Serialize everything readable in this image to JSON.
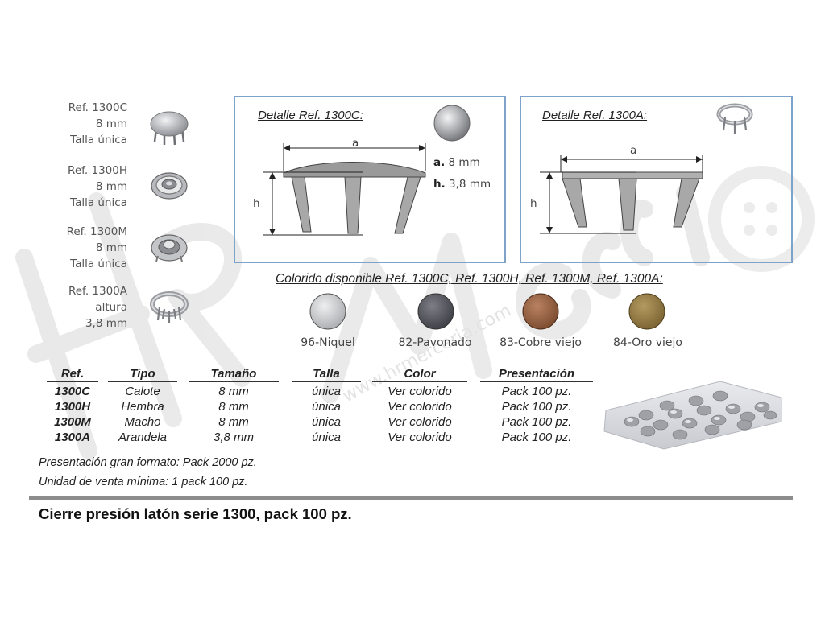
{
  "products": [
    {
      "lines": [
        "Ref. 1300C",
        "8 mm",
        "Talla única"
      ],
      "icon": "cap-button-icon"
    },
    {
      "lines": [
        "Ref. 1300H",
        "8 mm",
        "Talla única"
      ],
      "icon": "female-socket-icon"
    },
    {
      "lines": [
        "Ref. 1300M",
        "8 mm",
        "Talla única"
      ],
      "icon": "male-stud-icon"
    },
    {
      "lines": [
        "Ref. 1300A",
        "altura",
        "3,8 mm"
      ],
      "icon": "ring-prong-icon"
    }
  ],
  "detail_c": {
    "title": "Detalle Ref. 1300C:",
    "dim_a_label": "a",
    "dim_h_label": "h",
    "spec_a_key": "a.",
    "spec_a_val": "8 mm",
    "spec_h_key": "h.",
    "spec_h_val": "3,8 mm"
  },
  "detail_a": {
    "title": "Detalle Ref. 1300A:",
    "dim_a_label": "a",
    "dim_h_label": "h"
  },
  "colors": {
    "title": "Colorido disponible Ref. 1300C, Ref. 1300H, Ref. 1300M, Ref. 1300A:",
    "items": [
      {
        "label": "96-Niquel",
        "color": "#a9abae"
      },
      {
        "label": "82-Pavonado",
        "color": "#3c3d44"
      },
      {
        "label": "83-Cobre viejo",
        "color": "#7a4a2e"
      },
      {
        "label": "84-Oro viejo",
        "color": "#7a6232"
      }
    ]
  },
  "table": {
    "headers": [
      "Ref.",
      "Tipo",
      "Tamaño",
      "Talla",
      "Color",
      "Presentación"
    ],
    "rows": [
      [
        "1300C",
        "Calote",
        "8 mm",
        "única",
        "Ver colorido",
        "Pack 100 pz."
      ],
      [
        "1300H",
        "Hembra",
        "8 mm",
        "única",
        "Ver colorido",
        "Pack 100 pz."
      ],
      [
        "1300M",
        "Macho",
        "8 mm",
        "única",
        "Ver colorido",
        "Pack 100 pz."
      ],
      [
        "1300A",
        "Arandela",
        "3,8 mm",
        "única",
        "Ver colorido",
        "Pack 100 pz."
      ]
    ]
  },
  "notes": [
    "Presentación gran formato: Pack 2000 pz.",
    "Unidad de venta mínima: 1 pack 100 pz."
  ],
  "footer": {
    "title": "Cierre presión latón serie 1300, pack 100 pz."
  },
  "watermark": {
    "brand": "HR Mercería",
    "url": "www.hrmerceria.com"
  }
}
